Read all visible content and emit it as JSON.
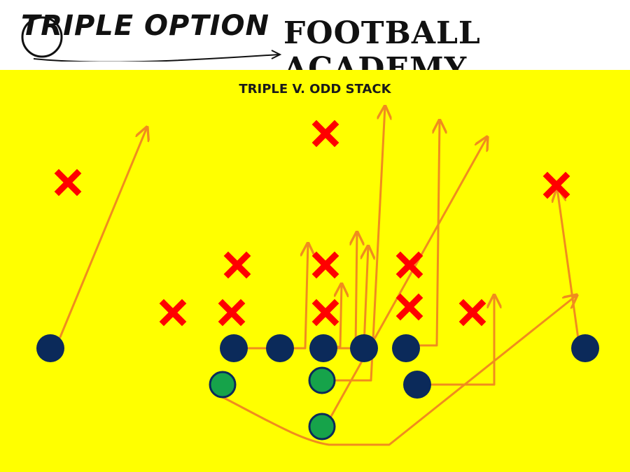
{
  "header": {
    "logo_script": "TRIPLE OPTION",
    "logo_block": "FOOTBALL ACADEMY"
  },
  "play": {
    "title": "TRIPLE V. ODD STACK"
  },
  "colors": {
    "field": "#ffff00",
    "defender": "#ff0000",
    "lineman": "#0b2a5a",
    "back": "#16a34a",
    "route": "#f08c1e"
  },
  "symbols": {
    "defender": "x-mark",
    "offense_player": "circle",
    "back": "green-circle"
  }
}
